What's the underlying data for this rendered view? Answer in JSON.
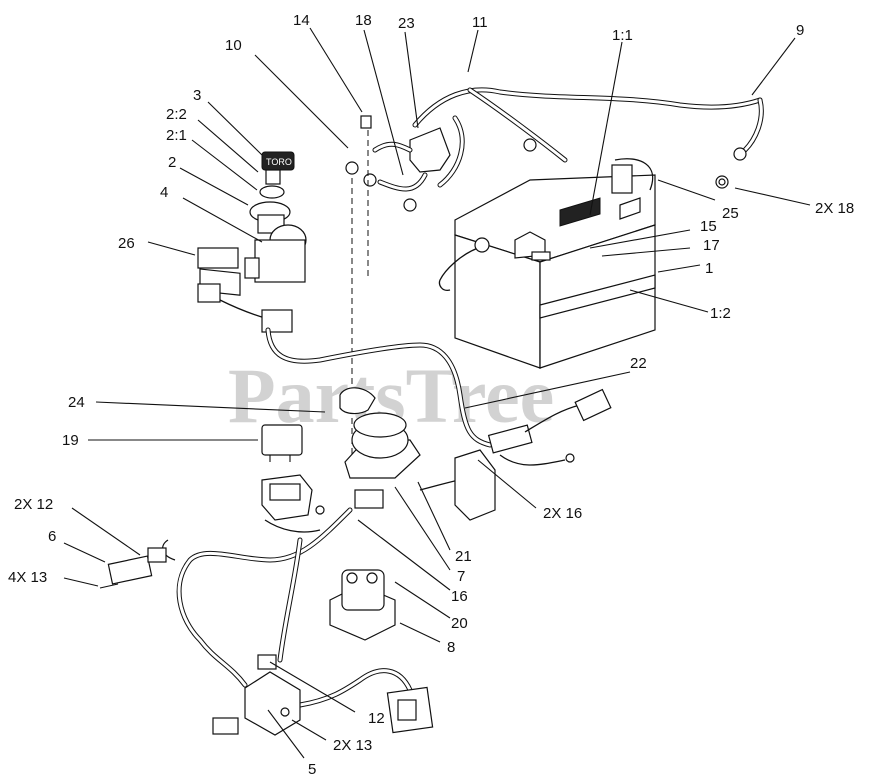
{
  "watermark": "PartsTree",
  "callouts": [
    {
      "id": "c-1-1",
      "text": "1:1"
    },
    {
      "id": "c-9",
      "text": "9"
    },
    {
      "id": "c-11",
      "text": "11"
    },
    {
      "id": "c-23",
      "text": "23"
    },
    {
      "id": "c-18",
      "text": "18"
    },
    {
      "id": "c-14",
      "text": "14"
    },
    {
      "id": "c-10",
      "text": "10"
    },
    {
      "id": "c-3",
      "text": "3"
    },
    {
      "id": "c-2-2",
      "text": "2:2"
    },
    {
      "id": "c-2-1",
      "text": "2:1"
    },
    {
      "id": "c-2",
      "text": "2"
    },
    {
      "id": "c-4",
      "text": "4"
    },
    {
      "id": "c-26",
      "text": "26"
    },
    {
      "id": "c-25",
      "text": "25"
    },
    {
      "id": "c-2x18",
      "text": "2X 18"
    },
    {
      "id": "c-15",
      "text": "15"
    },
    {
      "id": "c-17",
      "text": "17"
    },
    {
      "id": "c-1",
      "text": "1"
    },
    {
      "id": "c-1-2",
      "text": "1:2"
    },
    {
      "id": "c-22",
      "text": "22"
    },
    {
      "id": "c-24",
      "text": "24"
    },
    {
      "id": "c-19",
      "text": "19"
    },
    {
      "id": "c-2x12",
      "text": "2X 12"
    },
    {
      "id": "c-6",
      "text": "6"
    },
    {
      "id": "c-4x13",
      "text": "4X 13"
    },
    {
      "id": "c-2x16",
      "text": "2X 16"
    },
    {
      "id": "c-21",
      "text": "21"
    },
    {
      "id": "c-7",
      "text": "7"
    },
    {
      "id": "c-16",
      "text": "16"
    },
    {
      "id": "c-20",
      "text": "20"
    },
    {
      "id": "c-8",
      "text": "8"
    },
    {
      "id": "c-12",
      "text": "12"
    },
    {
      "id": "c-2x13",
      "text": "2X 13"
    },
    {
      "id": "c-5",
      "text": "5"
    }
  ],
  "key_brand": "TORO"
}
